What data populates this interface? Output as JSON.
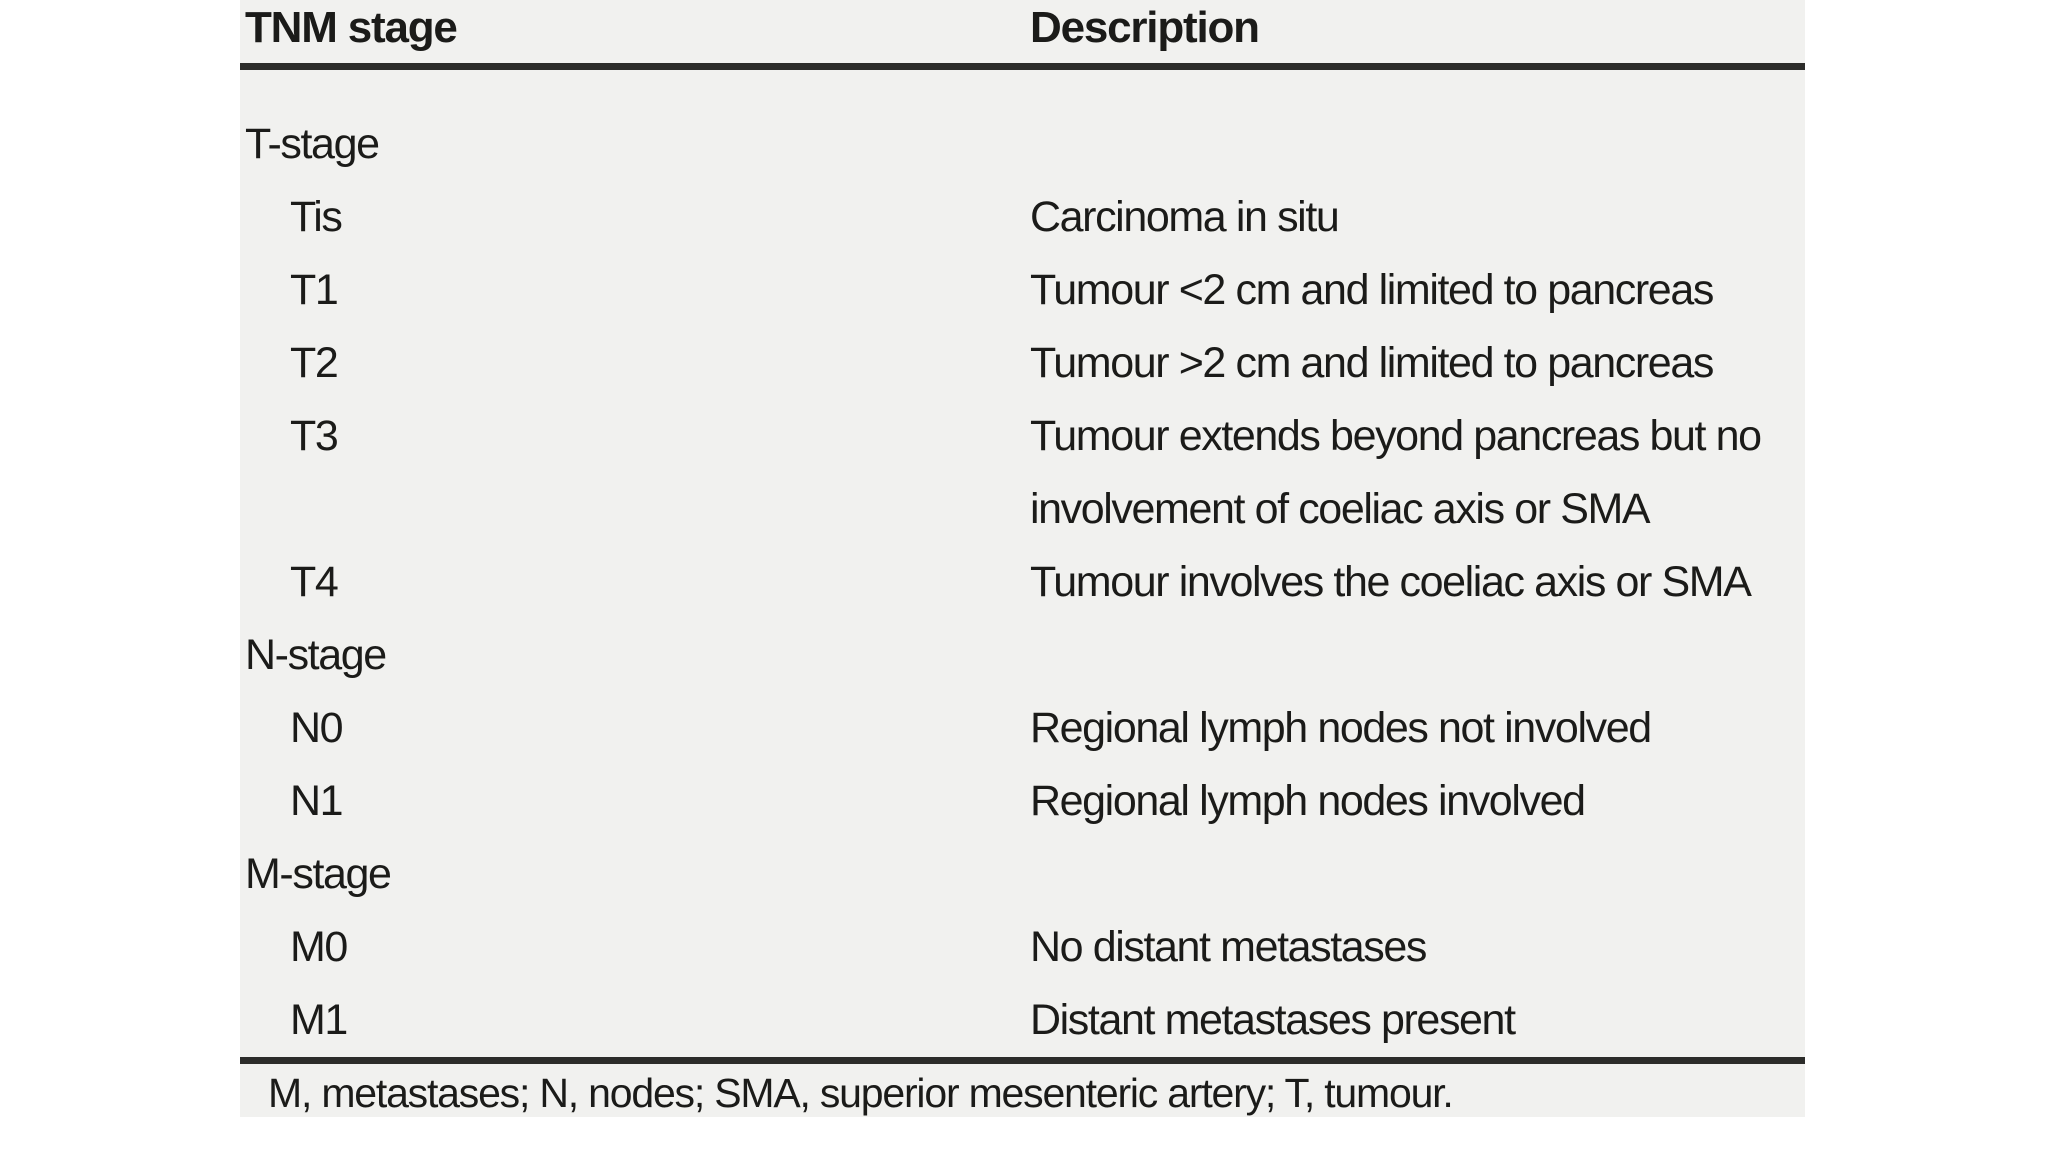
{
  "table": {
    "columns": [
      {
        "label": "TNM stage"
      },
      {
        "label": "Description"
      }
    ],
    "rows": [
      {
        "stage": "T-stage",
        "description": "",
        "group": true
      },
      {
        "stage": "Tis",
        "description": "Carcinoma in situ",
        "group": false
      },
      {
        "stage": "T1",
        "description": "Tumour <2 cm and limited to pancreas",
        "group": false
      },
      {
        "stage": "T2",
        "description": "Tumour >2 cm and limited to pancreas",
        "group": false
      },
      {
        "stage": "T3",
        "description": "Tumour extends beyond pancreas but no involvement of coeliac axis or SMA",
        "group": false
      },
      {
        "stage": "T4",
        "description": "Tumour involves the coeliac axis or SMA",
        "group": false
      },
      {
        "stage": "N-stage",
        "description": "",
        "group": true
      },
      {
        "stage": "N0",
        "description": "Regional lymph nodes not involved",
        "group": false
      },
      {
        "stage": "N1",
        "description": "Regional lymph nodes involved",
        "group": false
      },
      {
        "stage": "M-stage",
        "description": "",
        "group": true
      },
      {
        "stage": "M0",
        "description": "No distant metastases",
        "group": false
      },
      {
        "stage": "M1",
        "description": "Distant metastases present",
        "group": false
      }
    ],
    "footnote": "M, metastases; N, nodes; SMA, superior mesenteric artery; T, tumour."
  },
  "colors": {
    "panel_background": "#f1f1ef",
    "page_background": "#ffffff",
    "text": "#1b1b19",
    "rule": "#2c2c2a"
  }
}
